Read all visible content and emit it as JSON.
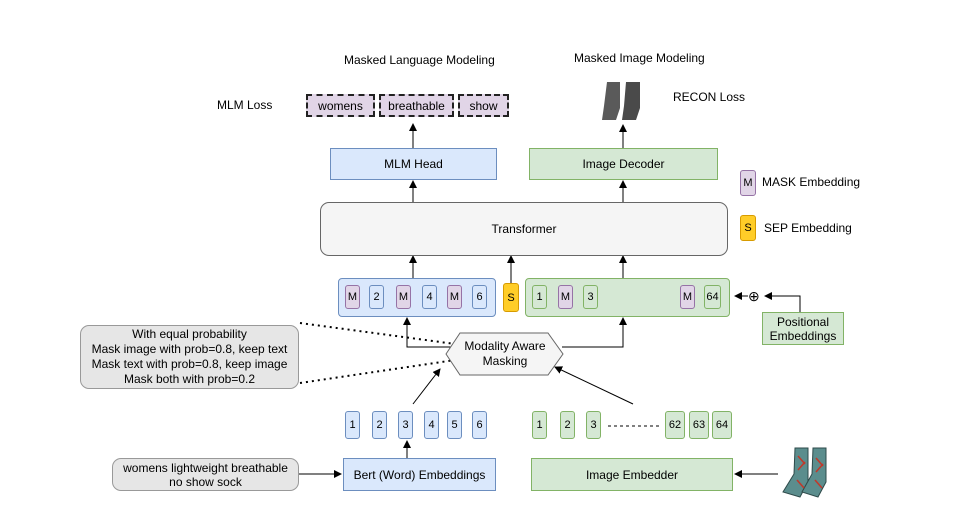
{
  "headings": {
    "mlm": "Masked Language Modeling",
    "mim": "Masked Image Modeling"
  },
  "losses": {
    "mlm": "MLM Loss",
    "recon": "RECON Loss"
  },
  "predicted_words": [
    "womens",
    "breathable",
    "show"
  ],
  "blocks": {
    "mlm_head": "MLM Head",
    "image_decoder": "Image Decoder",
    "transformer": "Transformer",
    "masking": "Modality Aware Masking",
    "bert": "Bert (Word) Embeddings",
    "image_embedder": "Image Embedder",
    "positional": "Positional Embeddings"
  },
  "legend": {
    "mask": {
      "symbol": "M",
      "label": "MASK Embedding"
    },
    "sep": {
      "symbol": "S",
      "label": "SEP Embedding"
    }
  },
  "text_tokens_masked": [
    "M",
    "2",
    "M",
    "4",
    "M",
    "6"
  ],
  "sep_token": "S",
  "image_tokens_masked": [
    "1",
    "M",
    "3",
    "M",
    "64"
  ],
  "text_tokens": [
    "1",
    "2",
    "3",
    "4",
    "5",
    "6"
  ],
  "image_tokens": [
    "1",
    "2",
    "3",
    "62",
    "63",
    "64"
  ],
  "masking_note": "With equal probability\nMask image with prob=0.8, keep text\nMask text with prob=0.8, keep image\nMask both with prob=0.2",
  "input_text": "womens lightweight breathable\nno show sock",
  "plus_symbol": "⊕",
  "colors": {
    "blue_fill": "#dae8fc",
    "green_fill": "#d5e8d4",
    "purple_fill": "#e1d5e7",
    "yellow_fill": "#ffcd28"
  },
  "icons": [
    "sock-recon-image",
    "sock-input-image"
  ]
}
